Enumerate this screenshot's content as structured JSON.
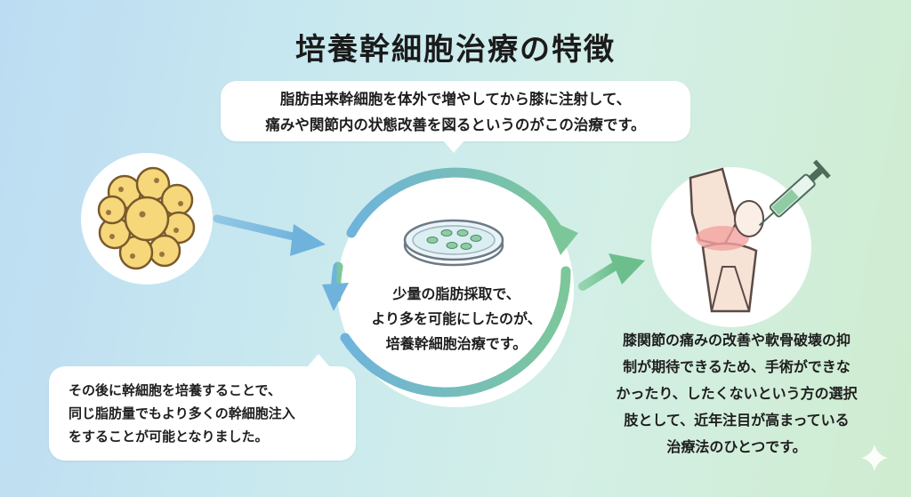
{
  "title": "培養幹細胞治療の特徴",
  "top_bubble": {
    "lines": [
      "脂肪由来幹細胞を体外で増やしてから膝に注射して、",
      "痛みや関節内の状態改善を図るというのがこの治療です。"
    ]
  },
  "center": {
    "lines": [
      "少量の脂肪採取で、",
      "より多を可能にしたのが、",
      "培養幹細胞治療です。"
    ]
  },
  "bottom_left_bubble": {
    "lines": [
      "その後に幹細胞を培養することで、",
      "同じ脂肪量でもより多くの幹細胞注入",
      "をすることが可能となりました。"
    ]
  },
  "right_text": {
    "lines": [
      "膝関節の痛みの改善や軟骨破壊の抑",
      "制が期待できるため、手術ができな",
      "かったり、したくないという方の選択",
      "肢として、近年注目が高まっている",
      "治療法のひとつです。"
    ]
  },
  "icons": [
    "fat-cells-icon",
    "petri-dish-icon",
    "knee-joint-icon",
    "syringe-icon",
    "sparkle-icon"
  ],
  "colors": {
    "arrow_blue": "#6fb3dc",
    "arrow_green": "#7cc79a",
    "cell_fill": "#f6d77a",
    "cell_stroke": "#7a5a2c",
    "inflammation": "#f2a3a0"
  }
}
